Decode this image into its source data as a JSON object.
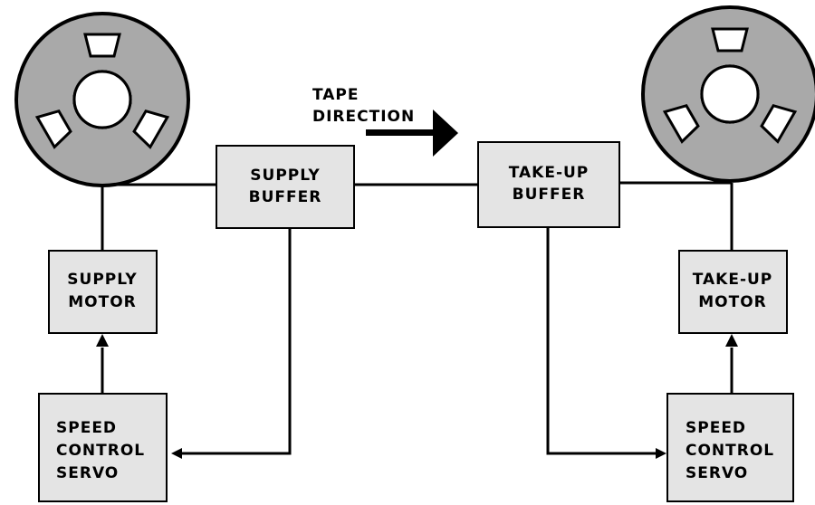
{
  "colors": {
    "background": "#ffffff",
    "box_fill": "#e4e4e4",
    "reel_fill": "#a9a9a9",
    "line": "#000000"
  },
  "labels": {
    "tape_direction_1": "TAPE",
    "tape_direction_2": "DIRECTION",
    "supply_buffer_1": "SUPPLY",
    "supply_buffer_2": "BUFFER",
    "takeup_buffer_1": "TAKE-UP",
    "takeup_buffer_2": "BUFFER",
    "supply_motor_1": "SUPPLY",
    "supply_motor_2": "MOTOR",
    "takeup_motor_1": "TAKE-UP",
    "takeup_motor_2": "MOTOR",
    "left_servo_1": "SPEED",
    "left_servo_2": "CONTROL",
    "left_servo_3": "SERVO",
    "right_servo_1": "SPEED",
    "right_servo_2": "CONTROL",
    "right_servo_3": "SERVO"
  },
  "icons": {
    "supply_reel": "tape-reel-icon",
    "takeup_reel": "tape-reel-icon",
    "direction_arrow": "arrow-right-icon"
  }
}
